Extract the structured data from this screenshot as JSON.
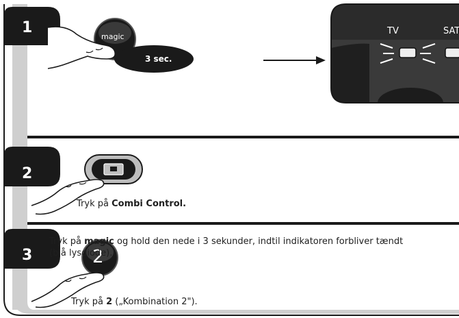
{
  "steps": [
    {
      "number": "1",
      "button_label": "magic",
      "hold_label": "3 sec.",
      "remote_labels": [
        "TV",
        "SAT"
      ],
      "text_prefix": "Tryk på ",
      "text_bold": "magic",
      "text_suffix_line1": " og hold den nede i 3 sekunder, indtil indikatoren forbliver tændt",
      "text_line2": "(blå lysdiode)."
    },
    {
      "number": "2",
      "text_prefix": "Tryk på ",
      "text_bold": "Combi Control."
    },
    {
      "number": "3",
      "button_label": "2",
      "text_prefix": "Tryk på ",
      "text_bold": "2",
      "text_suffix": " („Kombination 2\")."
    }
  ]
}
